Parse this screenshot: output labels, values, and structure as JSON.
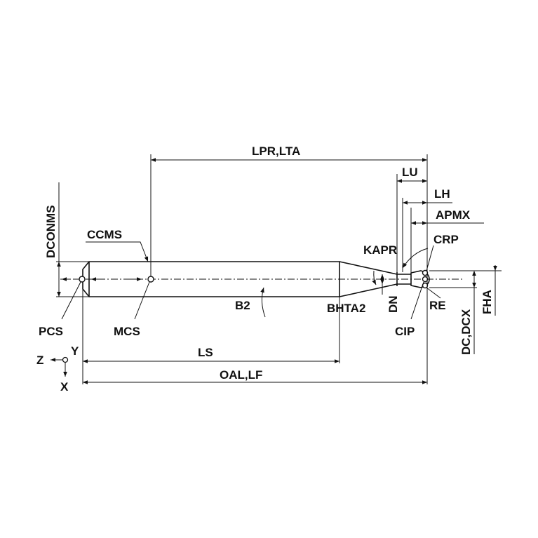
{
  "colors": {
    "line": "#111111",
    "background": "#ffffff"
  },
  "labels": {
    "lpr_lta": "LPR,LTA",
    "lu": "LU",
    "lh": "LH",
    "apmx": "APMX",
    "dconms": "DCONMS",
    "ccms": "CCMS",
    "kapr": "KAPR",
    "crp": "CRP",
    "b2": "B2",
    "bhta2": "BHTA2",
    "dn": "DN",
    "re": "RE",
    "fha": "FHA",
    "dc_dcx": "DC,DCX",
    "pcs": "PCS",
    "mcs": "MCS",
    "cip": "CIP",
    "ls": "LS",
    "oal_lf": "OAL,LF"
  },
  "axes": {
    "z": "Z",
    "y": "Y",
    "x": "X"
  }
}
